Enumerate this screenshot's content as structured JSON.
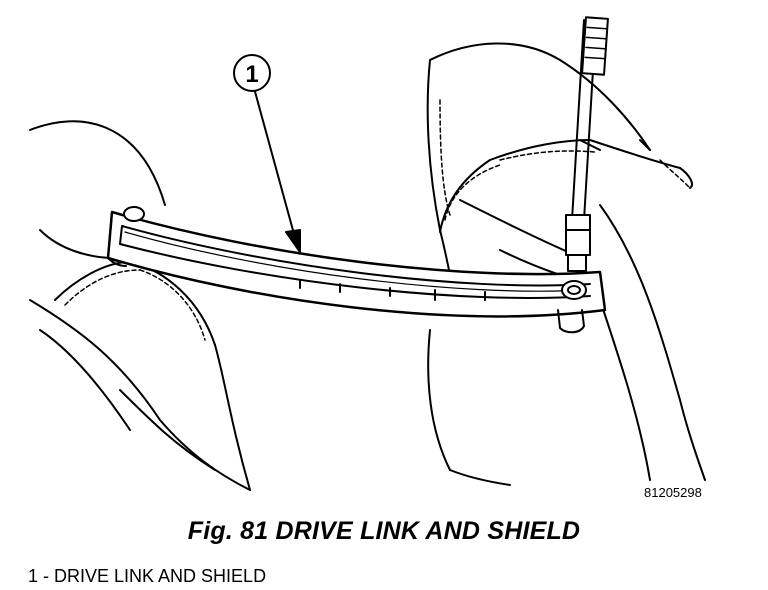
{
  "callout": {
    "number": "1"
  },
  "figure_id": "81205298",
  "caption": "Fig. 81 DRIVE LINK AND SHIELD",
  "legend": [
    {
      "text": "1 - DRIVE LINK AND SHIELD"
    }
  ]
}
